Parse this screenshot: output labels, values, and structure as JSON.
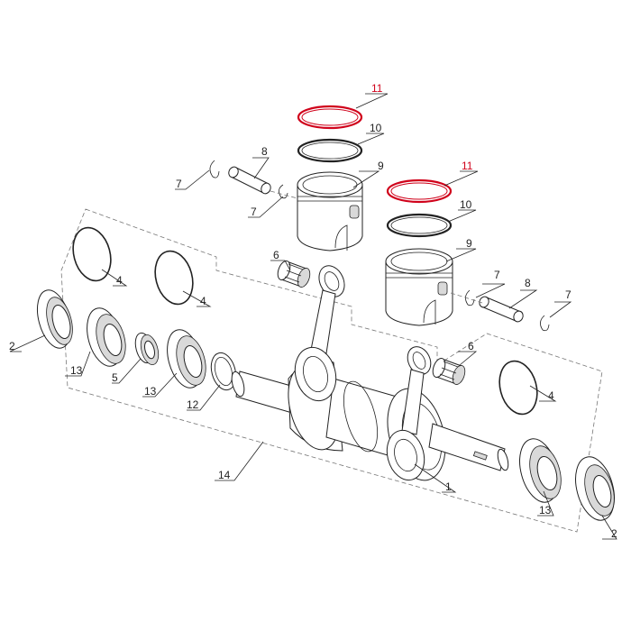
{
  "labels": {
    "p1": "1",
    "p2": "2",
    "p4": "4",
    "p5": "5",
    "p6": "6",
    "p7": "7",
    "p8": "8",
    "p9": "9",
    "p10": "10",
    "p11": "11",
    "p12": "12",
    "p13": "13",
    "p14": "14"
  },
  "colors": {
    "highlight": "#d0021b",
    "line": "#222222",
    "dash": "#777777"
  }
}
